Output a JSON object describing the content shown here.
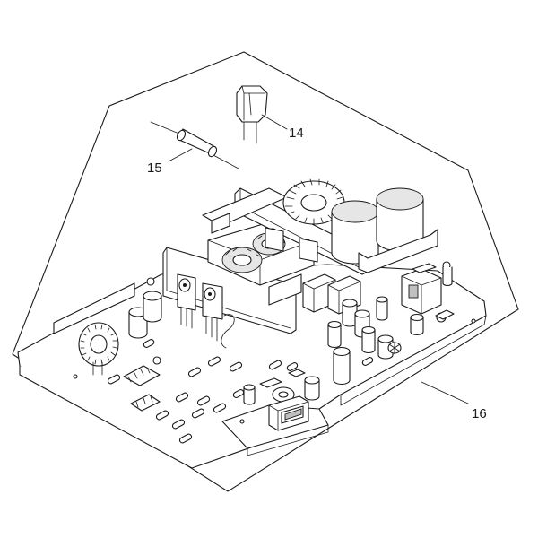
{
  "callouts": [
    {
      "id": "callout-14",
      "label": "14"
    },
    {
      "id": "callout-15",
      "label": "15"
    },
    {
      "id": "callout-16",
      "label": "16"
    }
  ]
}
